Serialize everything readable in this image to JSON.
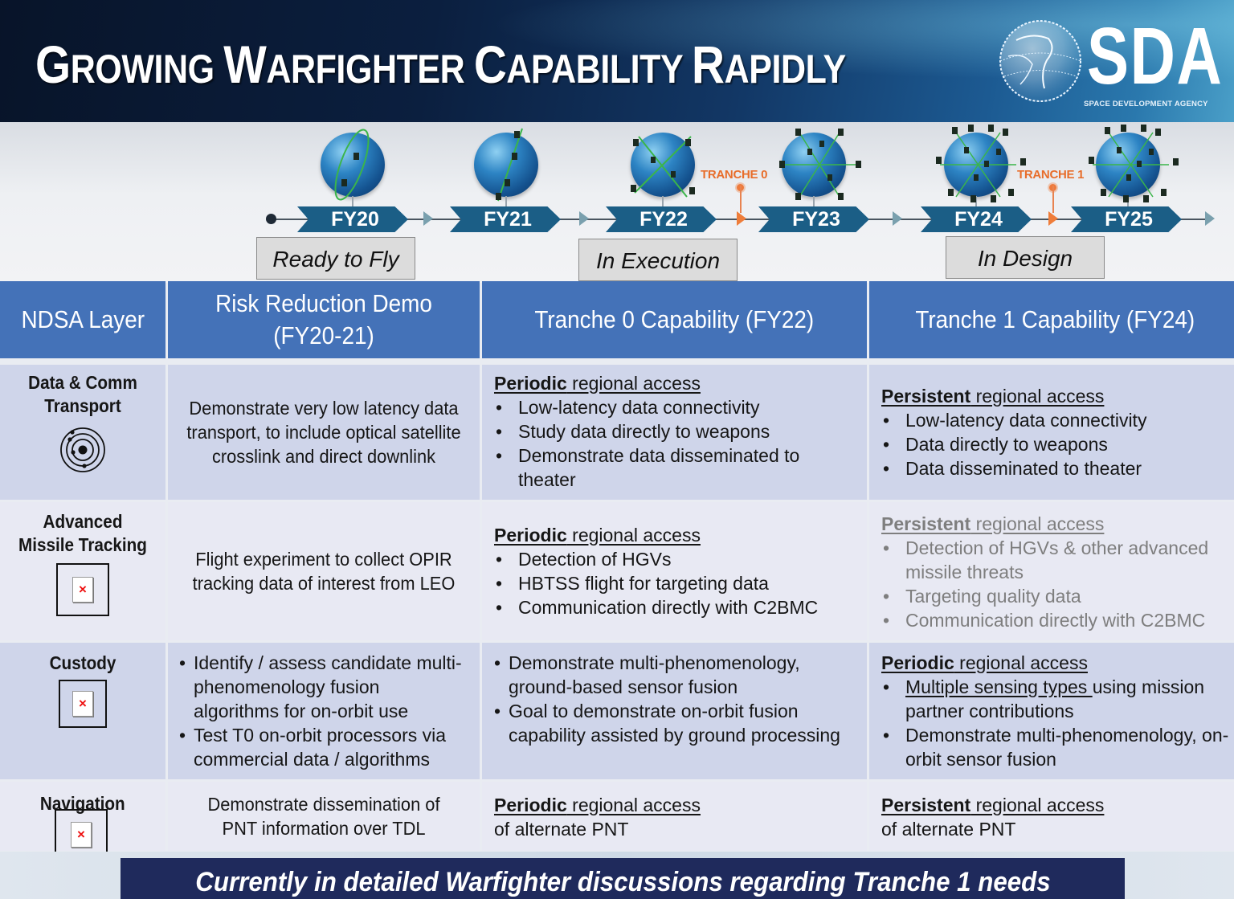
{
  "header": {
    "title_parts": [
      {
        "cap": "G",
        "rest": "ROWING "
      },
      {
        "cap": "W",
        "rest": "ARFIGHTER "
      },
      {
        "cap": "C",
        "rest": "APABILITY "
      },
      {
        "cap": "R",
        "rest": "APIDLY"
      }
    ],
    "title_full": "Growing Warfighter Capability Rapidly",
    "logo": {
      "text": "SDA",
      "subtitle": "SPACE DEVELOPMENT AGENCY",
      "icon": "globe-icon"
    }
  },
  "timeline": {
    "years": [
      "FY20",
      "FY21",
      "FY22",
      "FY23",
      "FY24",
      "FY25"
    ],
    "tranche_markers": [
      {
        "label": "TRANCHE 0",
        "color": "#e86d2a"
      },
      {
        "label": "TRANCHE 1",
        "color": "#e86d2a"
      }
    ],
    "statuses": [
      {
        "label": "Ready to Fly",
        "spans": "FY20"
      },
      {
        "label": "In Execution",
        "spans": "FY22"
      },
      {
        "label": "In Design",
        "spans": "FY24"
      }
    ],
    "chevron_color": "#1b5e86"
  },
  "table": {
    "headers": [
      "NDSA Layer",
      "Risk Reduction Demo (FY20-21)",
      "Tranche 0 Capability (FY22)",
      "Tranche 1 Capability (FY24)"
    ],
    "header_color": "#4472b8",
    "rows": [
      {
        "layer": "Data & Comm Transport",
        "icon": "orbit-icon",
        "demo": "Demonstrate very low latency data transport, to include optical satellite crosslink and direct downlink",
        "tranche0": {
          "heading_bold": "Periodic",
          "heading_rest": " regional access",
          "bullets": [
            "Low-latency data connectivity",
            "Study data directly to weapons",
            "Demonstrate data disseminated to theater"
          ]
        },
        "tranche1": {
          "heading_bold": "Persistent",
          "heading_rest": " regional access",
          "bullets": [
            "Low-latency data connectivity",
            "Data directly to weapons",
            "Data disseminated to theater"
          ]
        }
      },
      {
        "layer": "Advanced Missile Tracking",
        "icon": "broken-image-icon",
        "demo": "Flight experiment to collect OPIR tracking data of interest from LEO",
        "tranche0": {
          "heading_bold": "Periodic",
          "heading_rest": " regional access",
          "bullets": [
            "Detection of HGVs",
            "HBTSS flight for targeting data",
            "Communication directly with C2BMC"
          ]
        },
        "tranche1": {
          "heading_bold": "Persistent",
          "heading_rest": " regional access",
          "bullets": [
            "Detection of HGVs & other advanced missile threats",
            "Targeting quality data",
            "Communication directly with C2BMC"
          ],
          "greyed": true
        }
      },
      {
        "layer": "Custody",
        "icon": "broken-image-icon",
        "demo_bullets": [
          "Identify / assess candidate multi-phenomenology fusion algorithms for on-orbit use",
          "Test T0 on-orbit processors via commercial data / algorithms"
        ],
        "tranche0": {
          "bullets": [
            "Demonstrate multi-phenomenology, ground-based sensor fusion",
            "Goal to demonstrate on-orbit fusion capability assisted by ground processing"
          ]
        },
        "tranche1": {
          "heading_bold": "Periodic",
          "heading_rest": " regional access",
          "bullet1_underlined": "Multiple sensing types ",
          "bullet1_rest": "using mission partner contributions",
          "bullet2": "Demonstrate multi-phenomenology, on-orbit sensor fusion"
        }
      },
      {
        "layer": "Navigation",
        "icon": "broken-image-icon",
        "demo": "Demonstrate dissemination of PNT information over TDL",
        "tranche0": {
          "heading_bold": "Periodic",
          "heading_rest": " regional access",
          "line2": "of alternate PNT"
        },
        "tranche1": {
          "heading_bold": "Persistent",
          "heading_rest": " regional access",
          "line2": "of alternate PNT"
        }
      }
    ]
  },
  "footer": {
    "banner": "Currently in detailed Warfighter discussions regarding Tranche 1 needs",
    "color": "#1f2a5c"
  }
}
